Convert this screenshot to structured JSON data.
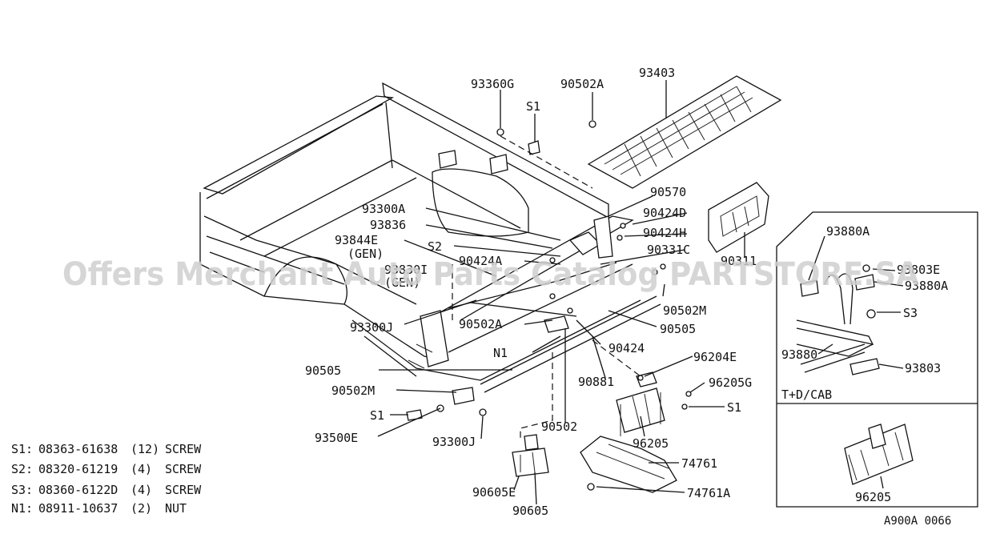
{
  "watermark": "Offers Merchant Auto Parts Catalog PARTSTORE.SA",
  "figure_code": "A900A 0066",
  "inset": {
    "variant_label": "T+D/CAB"
  },
  "labels": {
    "p93360G": "93360G",
    "pS1_top": "S1",
    "p90502A_top": "90502A",
    "p93403": "93403",
    "p90570": "90570",
    "p90424D": "90424D",
    "p90424H": "90424H",
    "p90331C": "90331C",
    "p90311": "90311",
    "p93300A": "93300A",
    "p93836": "93836",
    "p93844E": "93844E",
    "p93844E_note": "(GEN)",
    "pS2": "S2",
    "p90424A": "90424A",
    "p93830I": "93830I",
    "p93830I_note": "(GEN)",
    "p90502M_right": "90502M",
    "p90505_right": "90505",
    "p93300J_left": "93300J",
    "p90502A_mid": "90502A",
    "pN1": "N1",
    "p90424": "90424",
    "p96204E": "96204E",
    "p90505_left": "90505",
    "p90881": "90881",
    "p96205G": "96205G",
    "p90502M_left": "90502M",
    "pS1_right": "S1",
    "pS1_left": "S1",
    "p90502": "90502",
    "p96205": "96205",
    "p93500E": "93500E",
    "p93300J_bottom": "93300J",
    "p74761": "74761",
    "p74761A": "74761A",
    "p90605E": "90605E",
    "p90605": "90605",
    "p93880A_top": "93880A",
    "p93803E": "93803E",
    "p93880A_right": "93880A",
    "pS3": "S3",
    "p93880": "93880",
    "p93803": "93803",
    "p96205_inset": "96205"
  },
  "legend": [
    {
      "key": "S1",
      "part": "08363-61638",
      "qty": "(12)",
      "desc": "SCREW"
    },
    {
      "key": "S2",
      "part": "08320-61219",
      "qty": "(4)",
      "desc": "SCREW"
    },
    {
      "key": "S3",
      "part": "08360-6122D",
      "qty": "(4)",
      "desc": "SCREW"
    },
    {
      "key": "N1",
      "part": "08911-10637",
      "qty": "(2)",
      "desc": "NUT"
    }
  ]
}
